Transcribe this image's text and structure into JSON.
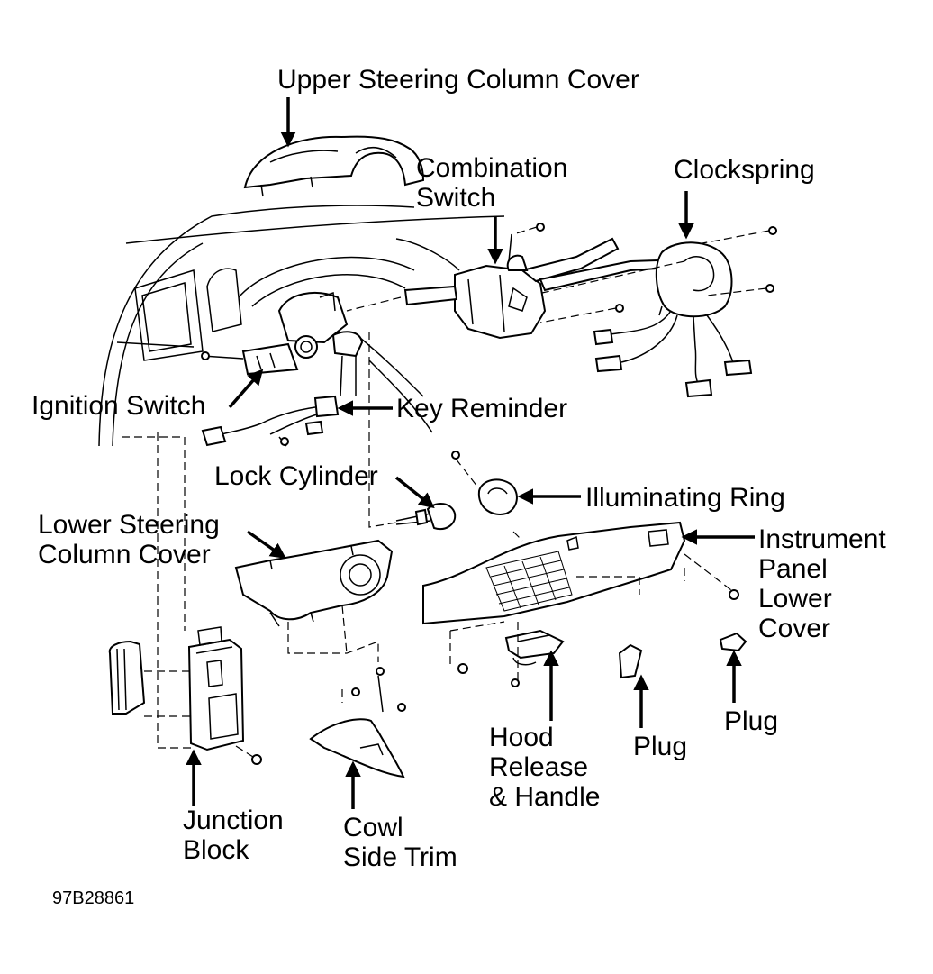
{
  "labels": {
    "upper_cover": "Upper Steering Column Cover",
    "combination_switch": [
      "Combination",
      "Switch"
    ],
    "clockspring": "Clockspring",
    "ignition_switch": "Ignition Switch",
    "key_reminder": "Key Reminder",
    "lock_cylinder": "Lock Cylinder",
    "illuminating_ring": "Illuminating Ring",
    "lower_cover": [
      "Lower Steering",
      "Column Cover"
    ],
    "instrument_panel_lower_cover": [
      "Instrument",
      "Panel",
      "Lower",
      "Cover"
    ],
    "junction_block": [
      "Junction",
      "Block"
    ],
    "cowl_side_trim": [
      "Cowl",
      "Side Trim"
    ],
    "hood_release": [
      "Hood",
      "Release",
      "& Handle"
    ],
    "plug_1": "Plug",
    "plug_2": "Plug"
  },
  "figure_ref": "97B28861"
}
